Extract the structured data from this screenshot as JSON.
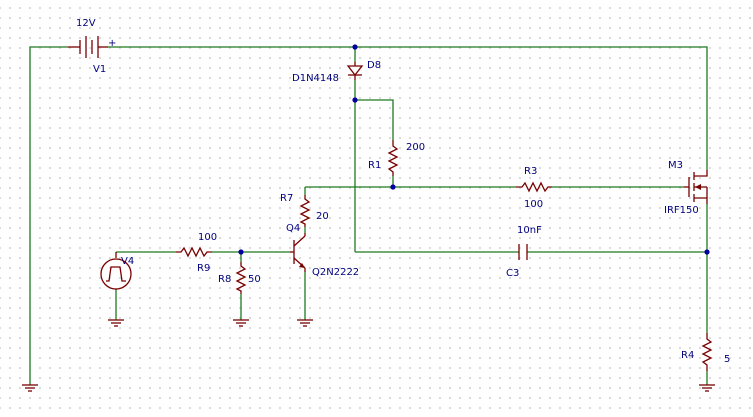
{
  "components": {
    "v1": {
      "value": "12V",
      "ref": "V1",
      "polarity": "+"
    },
    "d8": {
      "ref": "D8",
      "model": "D1N4148"
    },
    "r1": {
      "ref": "R1",
      "value": "200"
    },
    "r3": {
      "ref": "R3",
      "value": "100"
    },
    "r7": {
      "ref": "R7",
      "value": "20"
    },
    "q4": {
      "ref": "Q4",
      "model": "Q2N2222"
    },
    "r9": {
      "ref": "R9",
      "value": "100"
    },
    "r8": {
      "ref": "R8",
      "value": "50"
    },
    "v4": {
      "ref": "V4"
    },
    "c3": {
      "ref": "C3",
      "value": "10nF"
    },
    "m3": {
      "ref": "M3",
      "model": "IRF150"
    },
    "r4": {
      "ref": "R4",
      "value": "5"
    }
  },
  "colors": {
    "wire": "#1e7a1e",
    "part": "#7a0000",
    "label": "#000080",
    "node": "#0000a0",
    "grid_dot": "#b9b9b9"
  }
}
